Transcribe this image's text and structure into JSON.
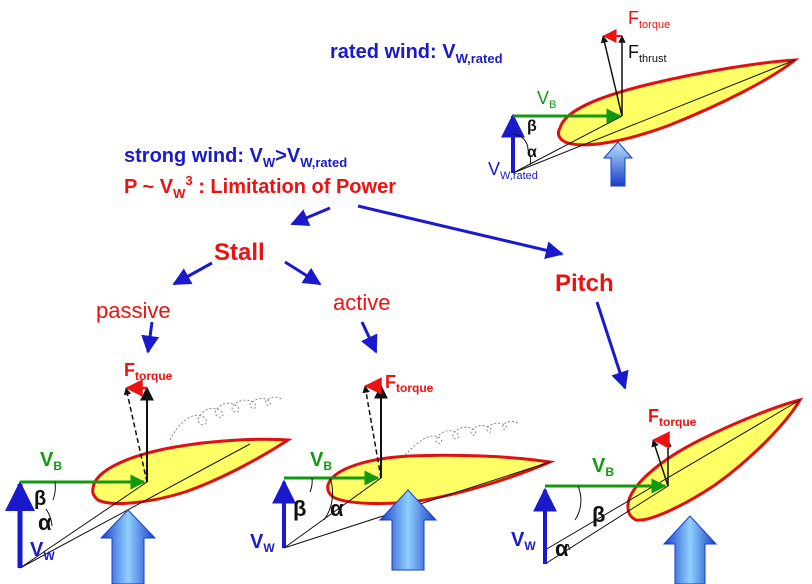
{
  "rated": {
    "label": "rated wind: V",
    "label_sub": "W,rated",
    "ftorque": "F",
    "ftorque_sub": "torque",
    "fthrust": "F",
    "fthrust_sub": "thrust",
    "vb": "V",
    "vb_sub": "B",
    "beta": "β",
    "alpha": "α",
    "vw": "V",
    "vw_sub": "W,rated"
  },
  "strong": {
    "line1_a": "strong wind: V",
    "line1_sub1": "W",
    "line1_b": ">V",
    "line1_sub2": "W,rated",
    "line2_a": "P ~  V",
    "line2_sub": "W",
    "line2_sup": "3",
    "line2_b": " : Limitation of Power"
  },
  "branches": {
    "stall": "Stall",
    "pitch": "Pitch",
    "passive": "passive",
    "active": "active"
  },
  "passive_diagram": {
    "ftorque": "F",
    "ftorque_sub": "torque",
    "vb": "V",
    "vb_sub": "B",
    "beta": "β",
    "alpha": "α",
    "vw": "V",
    "vw_sub": "W"
  },
  "active_diagram": {
    "ftorque": "F",
    "ftorque_sub": "torque",
    "vb": "V",
    "vb_sub": "B",
    "beta": "β",
    "alpha": "α",
    "vw": "V",
    "vw_sub": "W"
  },
  "pitch_diagram": {
    "ftorque": "F",
    "ftorque_sub": "torque",
    "vb": "V",
    "vb_sub": "B",
    "beta": "β",
    "alpha": "α",
    "vw": "V",
    "vw_sub": "W"
  },
  "colors": {
    "blue": "#1a1acc",
    "red": "#ee1111",
    "green": "#119911",
    "airfoil_fill": "#ffff66",
    "airfoil_stroke": "#e01010",
    "wind_arrow_light": "#8fd0ff",
    "wind_arrow_dark": "#1a3fc8"
  }
}
